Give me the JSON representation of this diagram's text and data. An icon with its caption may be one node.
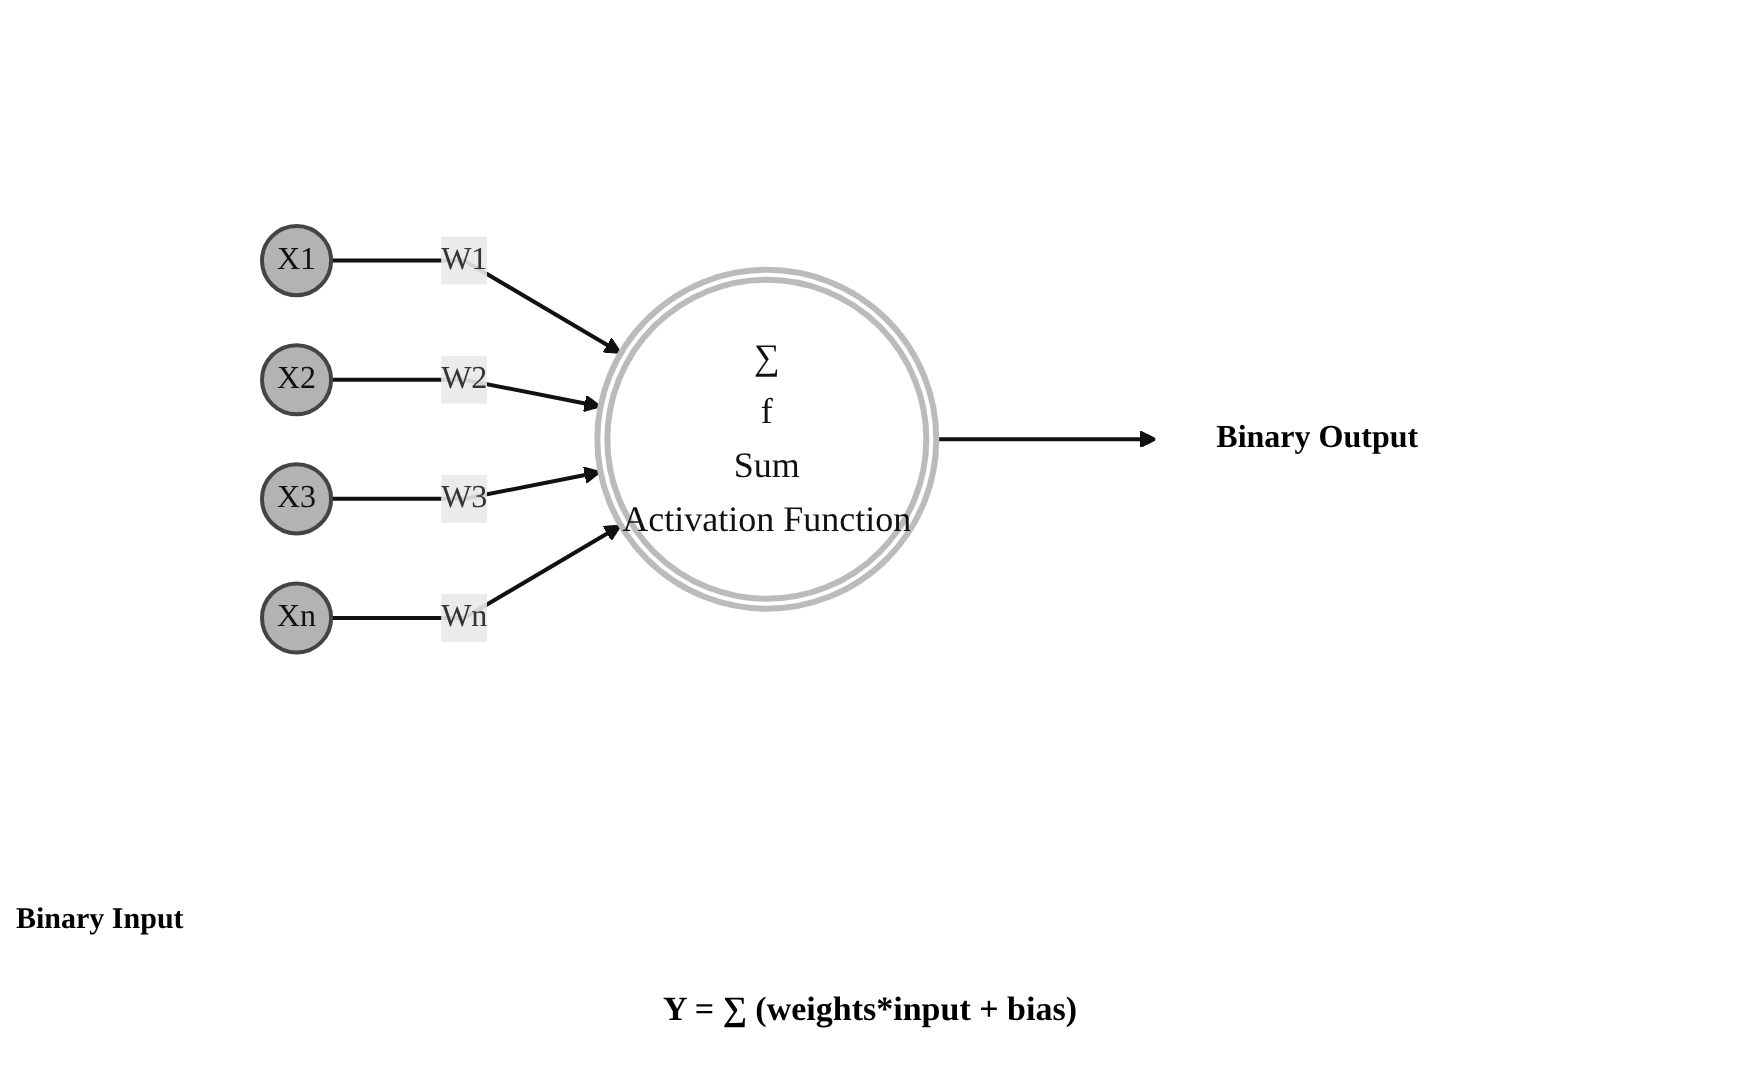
{
  "diagram": {
    "caption": "Y = ∑ (weights*input + bias)",
    "nodes": [
      {
        "text": [
          "X1"
        ]
      },
      {
        "text": [
          "X2"
        ]
      },
      {
        "text": [
          "X3"
        ]
      },
      {
        "text": [
          "Xn"
        ]
      },
      {
        "text": [
          "∑",
          "f",
          "Sum",
          "Activation Function"
        ]
      },
      {
        "text": [
          "Binary Output"
        ]
      }
    ],
    "edges": [
      {
        "from": 0,
        "to": 4,
        "label": "W1",
        "arrow": "to"
      },
      {
        "from": 1,
        "to": 4,
        "label": "W2",
        "arrow": "to"
      },
      {
        "from": 2,
        "to": 4,
        "label": "W3",
        "arrow": "to"
      },
      {
        "from": 3,
        "to": 4,
        "label": "Wn",
        "arrow": "to"
      },
      {
        "from": 4,
        "to": 5,
        "arrow": "to"
      }
    ],
    "labels": [
      "Binary Input"
    ]
  }
}
